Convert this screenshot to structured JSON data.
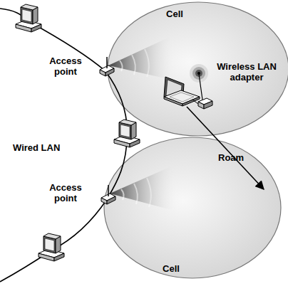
{
  "diagram": {
    "nodes": [
      {
        "text": [
          "Cell"
        ]
      },
      {
        "text": [
          "Cell"
        ]
      }
    ],
    "labels": [
      "Access point",
      "Wireless LAN adapter",
      "Wired LAN",
      "Roam",
      "Access point"
    ]
  }
}
